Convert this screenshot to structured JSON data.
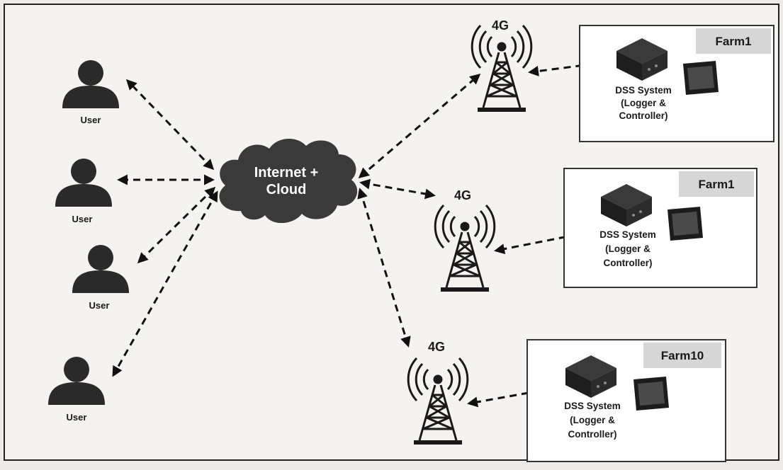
{
  "users": [
    {
      "label": "User"
    },
    {
      "label": "User"
    },
    {
      "label": "User"
    },
    {
      "label": "User"
    }
  ],
  "cloud": {
    "line1": "Internet +",
    "line2": "Cloud"
  },
  "towers": [
    {
      "label": "4G"
    },
    {
      "label": "4G"
    },
    {
      "label": "4G"
    }
  ],
  "farms": [
    {
      "name": "Farm1",
      "dss_line1": "DSS System",
      "dss_line2": "(Logger &",
      "dss_line3": "Controller)"
    },
    {
      "name": "Farm1",
      "dss_line1": "DSS System",
      "dss_line2": "(Logger &",
      "dss_line3": "Controller)"
    },
    {
      "name": "Farm10",
      "dss_line1": "DSS System",
      "dss_line2": "(Logger &",
      "dss_line3": "Controller)"
    }
  ],
  "colors": {
    "icon": "#2a2a2a",
    "cloud": "#3a3a3a",
    "farm_tag": "#d6d6d6",
    "box_border": "#333333"
  }
}
